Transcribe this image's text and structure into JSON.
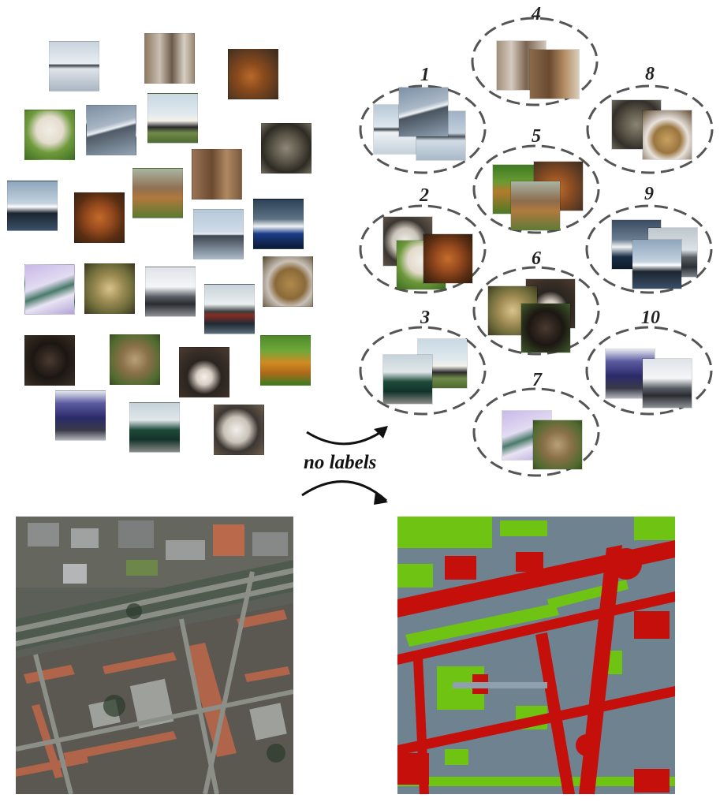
{
  "colors": {
    "dash": "#555555",
    "arrow": "#111111",
    "seg_background": "#6f8290",
    "seg_road": "#c40f0a",
    "seg_green": "#6fc413"
  },
  "center_label": "no labels",
  "clusters": [
    {
      "label": "1",
      "thumbs": [
        "thumb-airplane-white",
        "thumb-airplane-sky",
        "thumb-airplane-grey"
      ]
    },
    {
      "label": "2",
      "thumbs": [
        "thumb-husky",
        "thumb-white-dog",
        "thumb-hound"
      ]
    },
    {
      "label": "3",
      "thumbs": [
        "thumb-green-car",
        "thumb-white-car"
      ]
    },
    {
      "label": "4",
      "thumbs": [
        "thumb-horse-legs",
        "thumb-horse-brown"
      ]
    },
    {
      "label": "5",
      "thumbs": [
        "thumb-deer-green",
        "thumb-deer-orange",
        "thumb-deer-brown"
      ]
    },
    {
      "label": "6",
      "thumbs": [
        "thumb-monkey-light",
        "thumb-monkey-beard",
        "thumb-chimp"
      ]
    },
    {
      "label": "7",
      "thumbs": [
        "thumb-bird",
        "thumb-monkey-small"
      ]
    },
    {
      "label": "8",
      "thumbs": [
        "thumb-cat-grey",
        "thumb-cat-spotted"
      ]
    },
    {
      "label": "9",
      "thumbs": [
        "thumb-ship-dark",
        "thumb-ship-white"
      ]
    },
    {
      "label": "10",
      "thumbs": [
        "thumb-truck-blue",
        "thumb-truck-white"
      ]
    }
  ],
  "scatter_thumbs": [
    "airplane",
    "horse-rider",
    "deer",
    "white-dog",
    "airplane",
    "white-car",
    "cat",
    "ship",
    "hound",
    "deer",
    "horse",
    "airplane",
    "ship",
    "bird",
    "monkey",
    "truck",
    "ship-cargo",
    "cat",
    "chimp",
    "monkey",
    "monkey-beard",
    "deer",
    "truck",
    "car",
    "husky"
  ]
}
